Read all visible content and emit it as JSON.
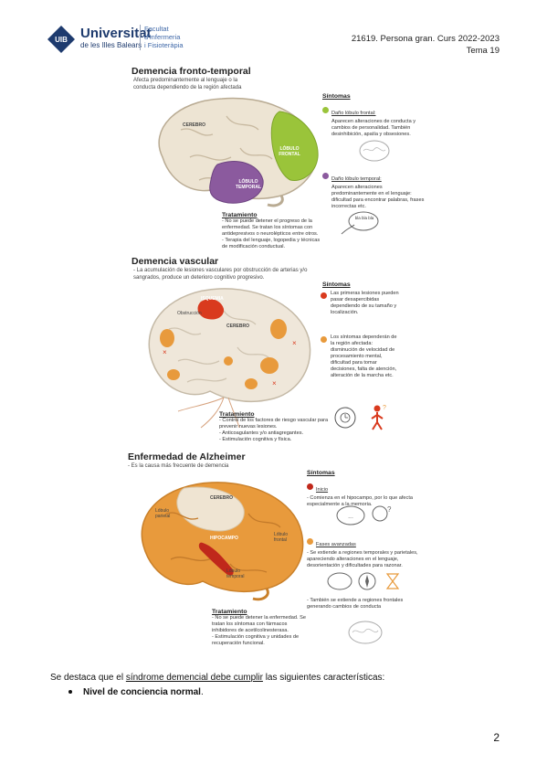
{
  "header": {
    "logo_text": "UIB",
    "university_name": "Universitat",
    "university_sub": "de les Illes Balears",
    "faculty_line1": "Facultat",
    "faculty_line2": "d'Infermeria",
    "faculty_line3": "i Fisioteràpia",
    "course": "21619. Persona gran. Curs 2022-2023",
    "topic": "Tema 19"
  },
  "frontotemporal": {
    "title": "Demencia fronto-temporal",
    "subtitle": "Afecta predominantemente al lenguaje o la conducta dependiendo de la región afectada",
    "brain_labels": {
      "cerebro": "CEREBRO",
      "frontal": "LÓBULO FRONTAL",
      "temporal": "LÓBULO TEMPORAL"
    },
    "symptoms_heading": "Síntomas",
    "frontal_title": "Daño lóbulo frontal:",
    "frontal_text": "Aparecen alteraciones de conducta y cambios de personalidad. También desinhibición, apatía y obsesiones.",
    "temporal_title": "Daño lóbulo temporal:",
    "temporal_text": "Aparecen alteraciones predominantemente en el lenguaje: dificultad para encontrar palabras, frases incorrectas etc.",
    "bubble": "bla bla bla",
    "treatment_heading": "Tratamiento",
    "treatment_1": "- No se puede detener el progreso de la enfermedad. Se tratan los síntomas con antidepresivos o neurolépticos entre otros.",
    "treatment_2": "- Terapia del lenguaje, logopedia y técnicas de modificación conductual.",
    "colors": {
      "frontal": "#9ac43a",
      "temporal": "#8b5a9e"
    }
  },
  "vascular": {
    "title": "Demencia vascular",
    "subtitle": "- La acumulación de lesiones vasculares por obstrucción de arterias y/o sangrados, produce un deterioro cognitivo progresivo.",
    "brain_labels": {
      "isquemia": "ISQUEMIA",
      "obstruccion": "Obstrucción",
      "cerebro": "CEREBRO"
    },
    "symptoms_heading": "Síntomas",
    "symptom_1": "Las primeras lesiones pueden pasar desapercibidas dependiendo de su tamaño y localización.",
    "symptom_2": "Los síntomas dependerán de la región afectada: disminución de velocidad de procesamiento mental, dificultad para tomar decisiones, falta de atención, alteración de la marcha etc.",
    "treatment_heading": "Tratamiento",
    "treatment_1": "- Control de los factores de riesgo vascular para prevenir nuevas lesiones.",
    "treatment_2": "- Anticoagulantes y/o antiagregantes.",
    "treatment_3": "- Estimulación cognitiva y física.",
    "colors": {
      "red": "#d93a1e",
      "orange": "#e89a3c"
    }
  },
  "alzheimer": {
    "title": "Enfermedad de Alzheimer",
    "subtitle": "- Es la causa más frecuente de demencia",
    "brain_labels": {
      "cerebro": "CEREBRO",
      "parietal": "Lóbulo parietal",
      "frontal": "Lóbulo frontal",
      "hipocampo": "HIPOCAMPO",
      "temporal": "Lóbulo temporal"
    },
    "symptoms_heading": "Síntomas",
    "inicio_title": "Inicio",
    "inicio_text": "- Comienza en el hipocampo, por lo que afecta especialmente a la memoria.",
    "fases_title": "Fases avanzadas",
    "fases_text": "- Se extiende a regiones temporales y parietales, apareciendo alteraciones en el lenguaje, desorientación y dificultades para razonar.",
    "frontal_text": "- También se extiende a regiones frontales generando cambios de conducta",
    "treatment_heading": "Tratamiento",
    "treatment_1": "- No se puede detener la enfermedad. Se tratan los síntomas con fármacos inhibidores de acetilcolinesterasa.",
    "treatment_2": "- Estimulación cognitiva y unidades de recuperación funcional.",
    "colors": {
      "orange": "#e89a3c",
      "red": "#c0281b"
    }
  },
  "body": {
    "para_before": "Se destaca que el ",
    "para_link": "síndrome demencial debe cumplir",
    "para_after": " las siguientes características:",
    "bullet_bold": "Nivel de conciencia normal",
    "bullet_end": "."
  },
  "page_number": "2"
}
